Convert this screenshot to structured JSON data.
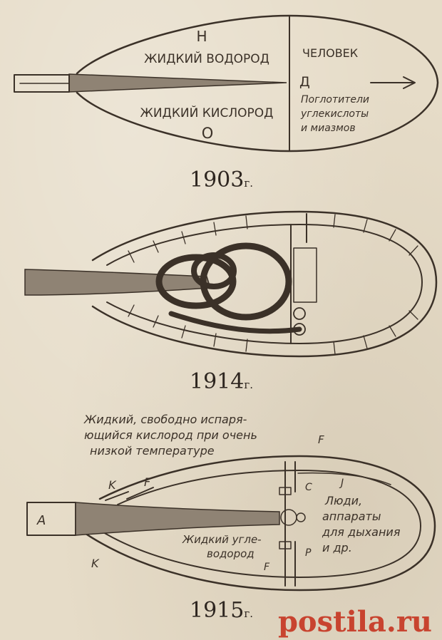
{
  "fig1903": {
    "label_h": "Н",
    "liquid_hydrogen": "ЖИДКИЙ ВОДОРОД",
    "liquid_oxygen": "ЖИДКИЙ КИСЛОРОД",
    "label_o": "О",
    "human": "ЧЕЛОВЕК",
    "label_d": "Д",
    "absorbers_line1": "Поглотители",
    "absorbers_line2": "углекислоты",
    "absorbers_line3": "и миазмов",
    "year": "1903",
    "year_suffix": "г."
  },
  "fig1914": {
    "year": "1914",
    "year_suffix": "г."
  },
  "fig1915": {
    "note_line1": "Жидкий, свободно испаря-",
    "note_line2": "ющийся кислород при очень",
    "note_line3": "низкой температуре",
    "label_f_top": "F",
    "label_k_top": "K",
    "label_f_mid": "F",
    "label_a": "А",
    "label_c": "С",
    "label_j": "J",
    "people_line1": "Люди,",
    "people_line2": "аппараты",
    "people_line3": "для дыхания",
    "people_line4": "и др.",
    "hydrocarbon_line1": "Жидкий угле-",
    "hydrocarbon_line2": "водород",
    "label_f_low": "F",
    "label_p": "P",
    "label_k_low": "K",
    "year": "1915",
    "year_suffix": "г."
  },
  "watermark": "postila.ru",
  "colors": {
    "paper": "#e6dcc8",
    "ink": "#3b3128",
    "watermark": "#c8432f"
  }
}
